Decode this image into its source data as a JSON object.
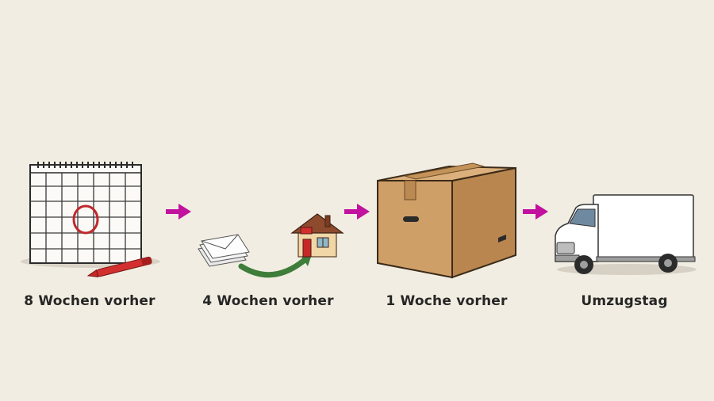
{
  "steps": [
    {
      "id": "step-1",
      "label": "8 Wochen vorher",
      "icon": "calendar-with-pen-icon"
    },
    {
      "id": "step-2",
      "label": "4 Wochen vorher",
      "icon": "letters-to-house-icon"
    },
    {
      "id": "step-3",
      "label": "1 Woche vorher",
      "icon": "moving-box-icon"
    },
    {
      "id": "step-4",
      "label": "Umzugstag",
      "icon": "moving-truck-icon"
    }
  ],
  "colors": {
    "background": "#f1ede2",
    "arrow": "#c1119e",
    "label": "#262626",
    "calendar_mark": "#c0282c",
    "pen": "#d32f2f",
    "route_arrow": "#3e7d3a",
    "box": "#cf9f68",
    "truck_body": "#ffffff"
  }
}
